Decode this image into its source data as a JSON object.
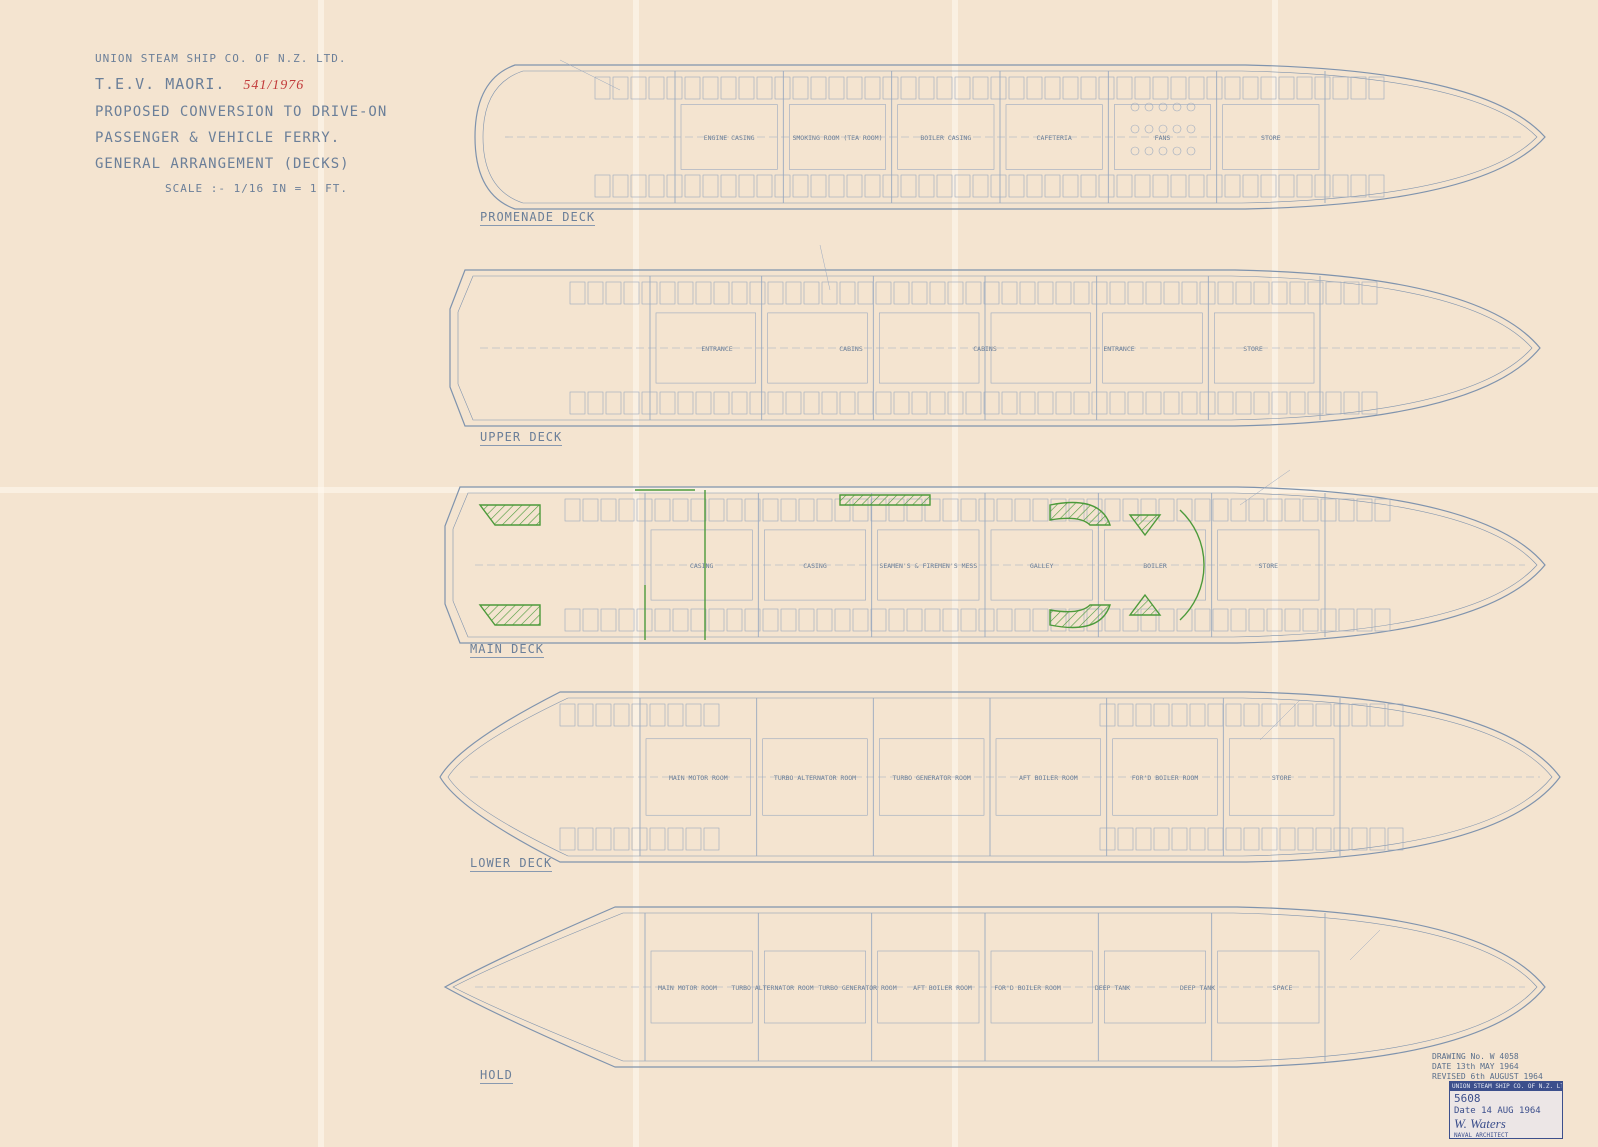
{
  "title": {
    "company": "UNION STEAM SHIP CO. OF N.Z. LTD.",
    "ship": "T.E.V. MAORI.",
    "ref": "541/1976",
    "line1": "PROPOSED CONVERSION TO DRIVE-ON",
    "line2": "PASSENGER & VEHICLE FERRY.",
    "line3": "GENERAL ARRANGEMENT (DECKS)",
    "scale": "SCALE :- 1/16 IN = 1 FT."
  },
  "decks": [
    {
      "label": "PROMENADE DECK"
    },
    {
      "label": "UPPER DECK"
    },
    {
      "label": "MAIN DECK"
    },
    {
      "label": "LOWER DECK"
    },
    {
      "label": "HOLD"
    }
  ],
  "rooms": {
    "promenade": [
      "ENGINE CASING",
      "SMOKING ROOM (TEA ROOM)",
      "BOILER CASING",
      "CAFETERIA",
      "FANS",
      "STORE"
    ],
    "upper": [
      "ENTRANCE",
      "CABINS",
      "CABINS",
      "ENTRANCE",
      "STORE"
    ],
    "main": [
      "CASING",
      "CASING",
      "SEAMEN'S & FIREMEN'S MESS",
      "GALLEY",
      "BOILER",
      "STORE"
    ],
    "lower": [
      "MAIN MOTOR ROOM",
      "TURBO ALTERNATOR ROOM",
      "TURBO GENERATOR ROOM",
      "AFT BOILER ROOM",
      "FOR'D BOILER ROOM",
      "STORE"
    ],
    "hold": [
      "MAIN MOTOR ROOM",
      "TURBO ALTERNATOR ROOM",
      "TURBO GENERATOR ROOM",
      "AFT BOILER ROOM",
      "FOR'D BOILER ROOM",
      "DEEP TANK",
      "DEEP TANK",
      "SPACE"
    ]
  },
  "drawing_info": {
    "number": "DRAWING No. W 4058",
    "date": "DATE 13th MAY 1964",
    "revised": "REVISED 6th AUGUST 1964"
  },
  "stamp": {
    "header": "UNION STEAM SHIP CO. OF N.Z. LTD.",
    "number": "5608",
    "date": "Date 14 AUG 1964",
    "signature": "W. Waters",
    "footer": "NAVAL ARCHITECT"
  },
  "colors": {
    "paper": "#f4e4d0",
    "line": "#7f93ad",
    "green": "#4c9a3a",
    "red": "#c23a3a",
    "stamp": "#3c4f8c"
  }
}
